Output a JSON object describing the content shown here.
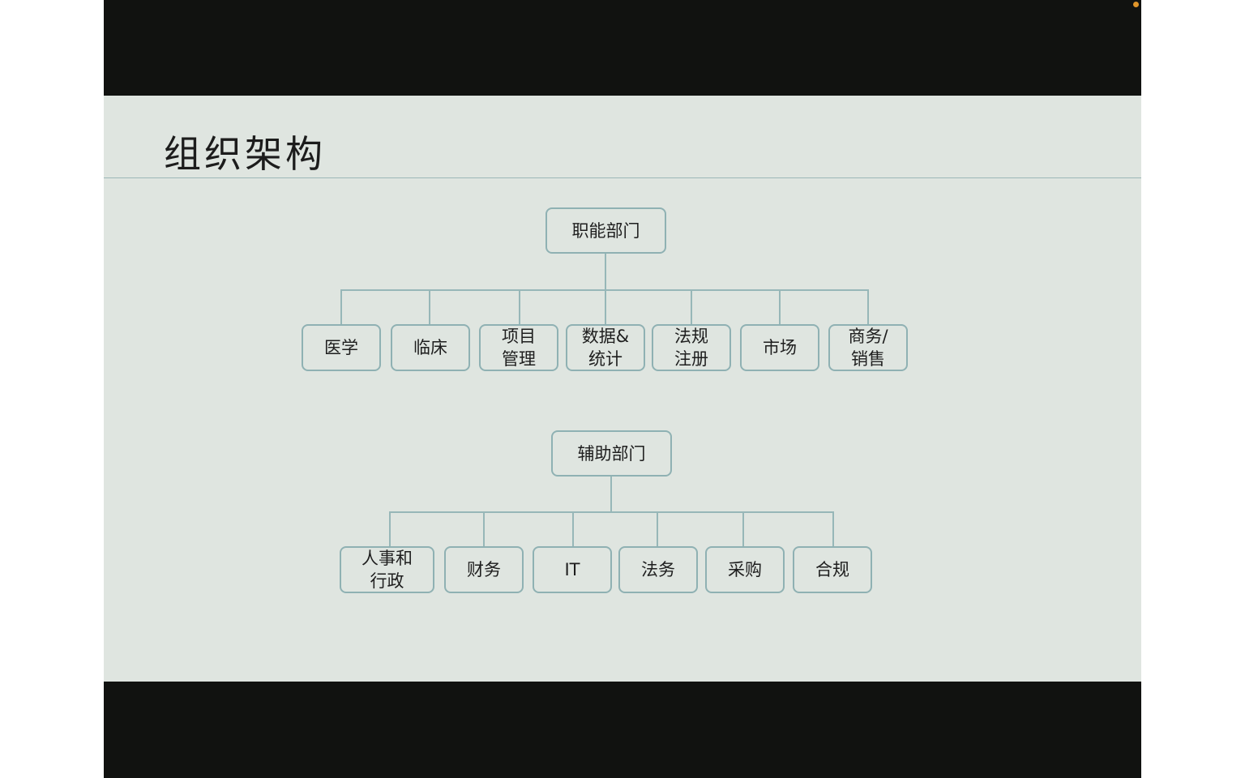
{
  "slide": {
    "title": "组织架构",
    "colors": {
      "background": "#dfe5e0",
      "box_border": "#8fb1b3",
      "connector": "#97b7b8",
      "frame": "#111210",
      "indicator": "#e0952a"
    }
  },
  "chart_data": {
    "type": "table",
    "title": "组织架构",
    "trees": [
      {
        "root": "职能部门",
        "children": [
          "医学",
          "临床",
          "项目\n管理",
          "数据&\n统计",
          "法规\n注册",
          "市场",
          "商务/\n销售"
        ]
      },
      {
        "root": "辅助部门",
        "children": [
          "人事和\n行政",
          "财务",
          "IT",
          "法务",
          "采购",
          "合规"
        ]
      }
    ]
  },
  "functional": {
    "root": "职能部门",
    "children": [
      "医学",
      "临床",
      "项目\n管理",
      "数据&\n统计",
      "法规\n注册",
      "市场",
      "商务/\n销售"
    ]
  },
  "support": {
    "root": "辅助部门",
    "children": [
      "人事和\n行政",
      "财务",
      "IT",
      "法务",
      "采购",
      "合规"
    ]
  }
}
